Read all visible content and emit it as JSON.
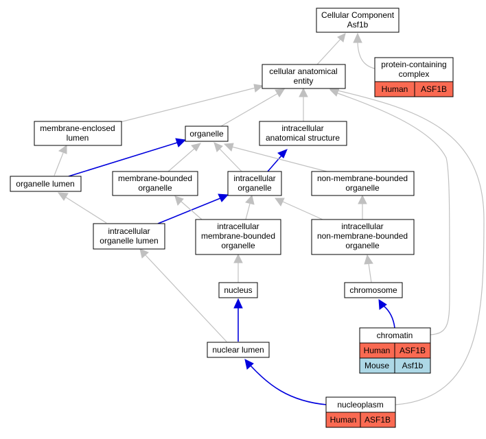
{
  "diagram": {
    "nodes": {
      "cellular_component": [
        "Cellular Component",
        "Asf1b"
      ],
      "protein_containing_complex": [
        "protein-containing",
        "complex"
      ],
      "cellular_anatomical_entity": [
        "cellular anatomical",
        "entity"
      ],
      "membrane_enclosed_lumen": [
        "membrane-enclosed",
        "lumen"
      ],
      "organelle": [
        "organelle"
      ],
      "intracellular_anatomical_structure": [
        "intracellular",
        "anatomical structure"
      ],
      "organelle_lumen": [
        "organelle lumen"
      ],
      "membrane_bounded_organelle": [
        "membrane-bounded",
        "organelle"
      ],
      "intracellular_organelle": [
        "intracellular",
        "organelle"
      ],
      "non_membrane_bounded_organelle": [
        "non-membrane-bounded",
        "organelle"
      ],
      "intracellular_organelle_lumen": [
        "intracellular",
        "organelle lumen"
      ],
      "intracellular_membrane_bounded_organelle": [
        "intracellular",
        "membrane-bounded",
        "organelle"
      ],
      "intracellular_non_membrane_bounded_organelle": [
        "intracellular",
        "non-membrane-bounded",
        "organelle"
      ],
      "nucleus": [
        "nucleus"
      ],
      "chromosome": [
        "chromosome"
      ],
      "chromatin": [
        "chromatin"
      ],
      "nuclear_lumen": [
        "nuclear lumen"
      ],
      "nucleoplasm": [
        "nucleoplasm"
      ]
    },
    "annotations": {
      "protein_containing_complex": [
        {
          "species": "Human",
          "gene": "ASF1B"
        }
      ],
      "chromatin": [
        {
          "species": "Human",
          "gene": "ASF1B"
        },
        {
          "species": "Mouse",
          "gene": "Asf1b"
        }
      ],
      "nucleoplasm": [
        {
          "species": "Human",
          "gene": "ASF1B"
        }
      ]
    },
    "colors": {
      "human": "#fa6a52",
      "mouse": "#add8e6",
      "edge_is_a": "#c0c0c0",
      "edge_path": "#0000dd"
    }
  }
}
